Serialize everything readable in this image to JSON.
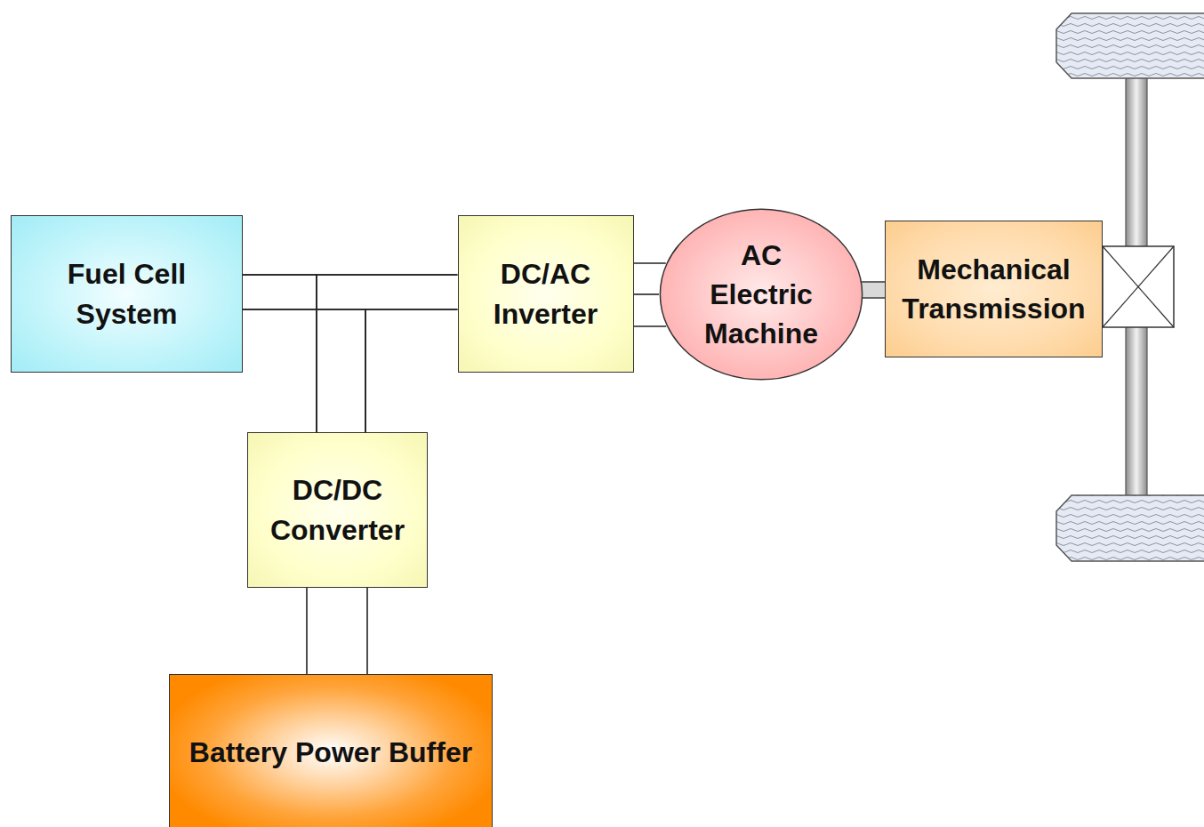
{
  "diagram": {
    "nodes": [
      {
        "text": [
          "Fuel Cell System"
        ]
      },
      {
        "text": [
          "DC/AC Inverter"
        ]
      },
      {
        "text": [
          "AC Electric Machine"
        ]
      },
      {
        "text": [
          "Mechanical Transmission"
        ]
      },
      {
        "text": [
          "DC/DC Converter"
        ]
      },
      {
        "text": [
          "Battery Power Buffer"
        ]
      }
    ],
    "edges": [
      {
        "from": 0,
        "to": 1,
        "arrow": "none"
      },
      {
        "from": 4,
        "to": 0,
        "arrow": "none"
      },
      {
        "from": 4,
        "to": 1,
        "arrow": "none"
      },
      {
        "from": 5,
        "to": 4,
        "arrow": "none"
      },
      {
        "from": 1,
        "to": 2,
        "arrow": "none"
      },
      {
        "from": 2,
        "to": 3,
        "arrow": "none"
      }
    ]
  }
}
